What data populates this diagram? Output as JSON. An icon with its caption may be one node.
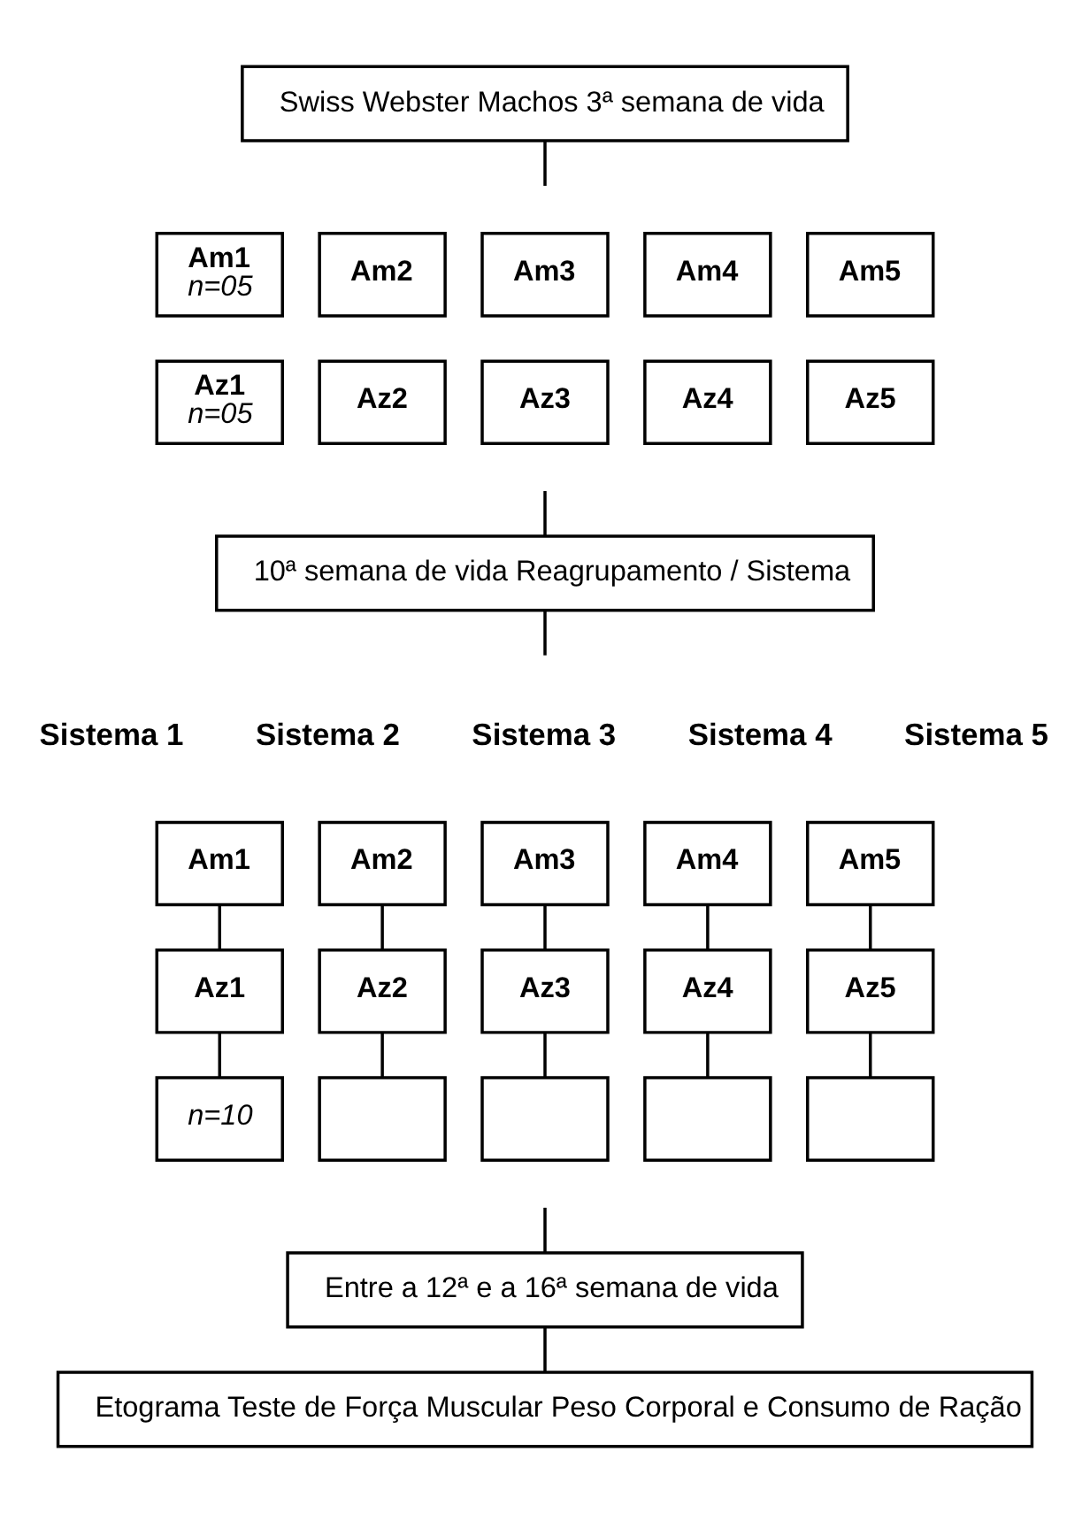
{
  "diagram": {
    "nodes": [
      {
        "text": [
          "Swiss Webster Machos 3ª semana de vida"
        ]
      },
      {
        "text": [
          "Am1",
          "n=05"
        ]
      },
      {
        "text": [
          "Am2"
        ]
      },
      {
        "text": [
          "Am3"
        ]
      },
      {
        "text": [
          "Am4"
        ]
      },
      {
        "text": [
          "Am5"
        ]
      },
      {
        "text": [
          "Az1",
          "n=05"
        ]
      },
      {
        "text": [
          "Az2"
        ]
      },
      {
        "text": [
          "Az3"
        ]
      },
      {
        "text": [
          "Az4"
        ]
      },
      {
        "text": [
          "Az5"
        ]
      },
      {
        "text": [
          "10ª semana de vida Reagrupamento / Sistema"
        ]
      },
      {
        "text": [
          "Am1"
        ]
      },
      {
        "text": [
          "Am2"
        ]
      },
      {
        "text": [
          "Am3"
        ]
      },
      {
        "text": [
          "Am4"
        ]
      },
      {
        "text": [
          "Am5"
        ]
      },
      {
        "text": [
          "Az1"
        ]
      },
      {
        "text": [
          "Az2"
        ]
      },
      {
        "text": [
          "Az3"
        ]
      },
      {
        "text": [
          "Az4"
        ]
      },
      {
        "text": [
          "Az5"
        ]
      },
      {
        "text": [
          "n=10"
        ]
      },
      {
        "text": [],
        "shape": "box"
      },
      {
        "text": [],
        "shape": "box"
      },
      {
        "text": [],
        "shape": "box"
      },
      {
        "text": [],
        "shape": "box"
      },
      {
        "text": [
          "Entre a 12ª e a 16ª semana de vida"
        ]
      },
      {
        "text": [
          "Etograma Teste de Força Muscular Peso Corporal e Consumo de Ração"
        ]
      }
    ],
    "edges": [
      {
        "from": 0,
        "to": null,
        "arrow": "none"
      },
      {
        "from": null,
        "to": 11,
        "arrow": "none"
      },
      {
        "from": 11,
        "to": null,
        "arrow": "none"
      },
      {
        "from": null,
        "to": 27,
        "arrow": "none"
      },
      {
        "from": 27,
        "to": 28,
        "arrow": "none"
      },
      {
        "from": 12,
        "to": 17,
        "arrow": "none"
      },
      {
        "from": 17,
        "to": 22,
        "arrow": "none"
      },
      {
        "from": 13,
        "to": 18,
        "arrow": "none"
      },
      {
        "from": 18,
        "to": 23,
        "arrow": "none"
      },
      {
        "from": 14,
        "to": 19,
        "arrow": "none"
      },
      {
        "from": 19,
        "to": 24,
        "arrow": "none"
      },
      {
        "from": 15,
        "to": 20,
        "arrow": "none"
      },
      {
        "from": 20,
        "to": 25,
        "arrow": "none"
      },
      {
        "from": 16,
        "to": 21,
        "arrow": "none"
      },
      {
        "from": 21,
        "to": 26,
        "arrow": "none"
      }
    ],
    "labels": [
      "Sistema 1",
      "Sistema 2",
      "Sistema 3",
      "Sistema 4",
      "Sistema 5"
    ]
  }
}
